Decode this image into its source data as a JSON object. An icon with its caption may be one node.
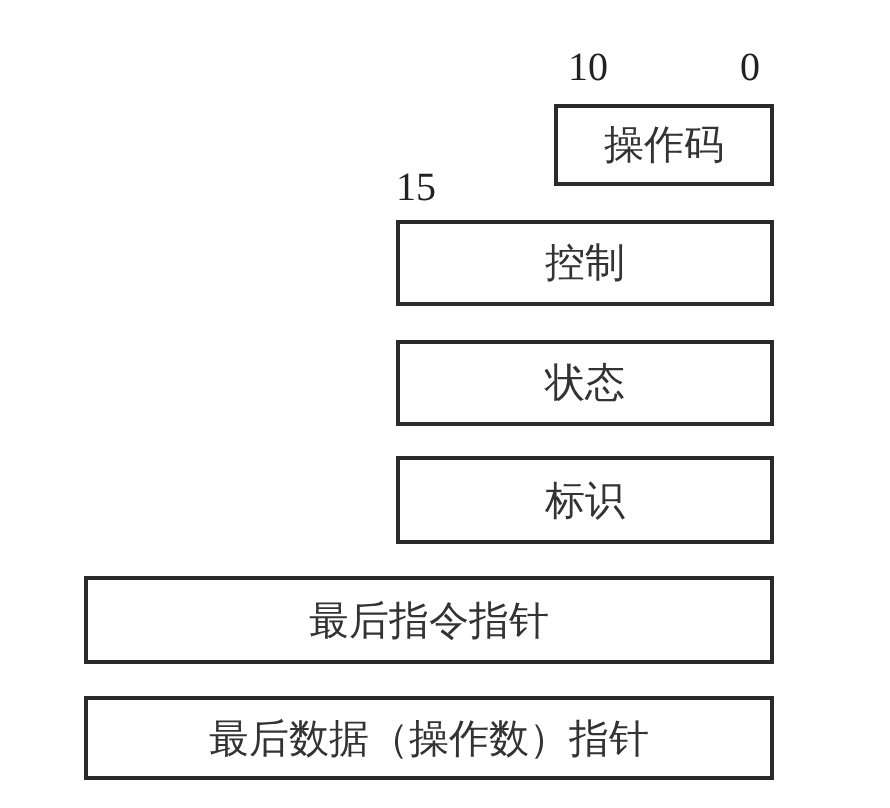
{
  "diagram": {
    "nodes": [
      {
        "text": [
          "操作码"
        ]
      },
      {
        "text": [
          "控制"
        ]
      },
      {
        "text": [
          "状态"
        ]
      },
      {
        "text": [
          "标识"
        ]
      },
      {
        "text": [
          "最后指令指针"
        ]
      },
      {
        "text": [
          "最后数据（操作数）指针"
        ]
      }
    ],
    "labels": [
      "10",
      "0",
      "15"
    ]
  }
}
